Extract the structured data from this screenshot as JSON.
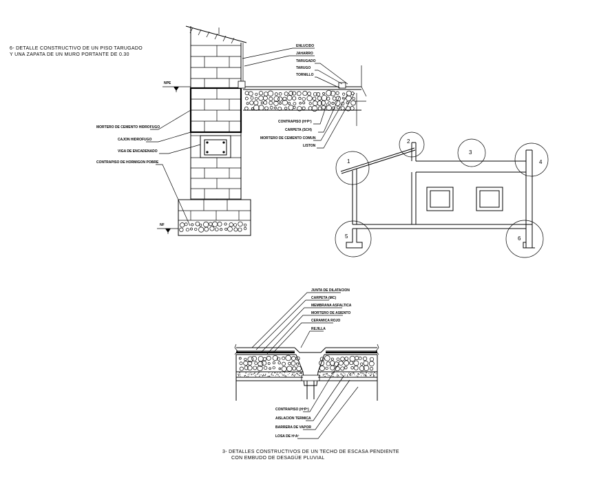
{
  "detail6": {
    "title_line1": "6- DETALLE CONSTRUCTIVO DE UN PISO TARUGADO",
    "title_line2": "Y UNA ZAPATA DE UN MURO PORTANTE DE 0.30",
    "level_top": "NPE",
    "level_bottom": "NF",
    "labels_right": [
      "ENLUCIDO",
      "JAHARRO",
      "TARUGADO",
      "TARUGO",
      "TORNILLO"
    ],
    "labels_lower": [
      "CONTRAPISO (HºPº)",
      "CARPETA (SCH)",
      "MORTERO DE CEMENTO COMUN",
      "LISTON"
    ],
    "labels_left": [
      "MORTERO DE CEMENTO HIDROFUGO",
      "CAJON HIDROFUGO",
      "VIGA DE ENCADENADO",
      "CONTRAPISO DE HORMIGON POBRE"
    ]
  },
  "section": {
    "callouts": [
      "1",
      "2",
      "3",
      "4",
      "5",
      "6"
    ]
  },
  "detail3": {
    "labels_top": [
      "JUNTA DE DILATACION",
      "CARPETA (MC)",
      "MEMBRANA ASFALTICA",
      "MORTERO DE ASIENTO",
      "CERAMICA ROJO",
      "REJILLA"
    ],
    "labels_bottom": [
      "CONTRAPISO (HºPº)",
      "AISLACION TERMICA",
      "BARRERA DE VAPOR",
      "LOSA DE HºAº"
    ],
    "title_line1": "3- DETALLES CONSTRUCTIVOS DE UN TECHO DE ESCASA PENDIENTE",
    "title_line2": "CON EMBUDO DE DESAGÜE PLUVIAL"
  }
}
